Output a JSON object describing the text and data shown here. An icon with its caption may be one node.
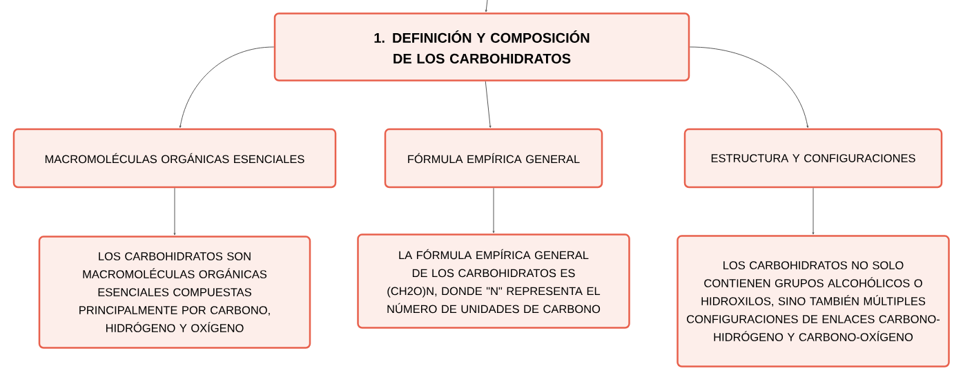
{
  "diagram": {
    "nodes": [
      {
        "text": [
          "1. DEFINICIÓN Y COMPOSICIÓN DE LOS CARBOHIDRATOS"
        ]
      },
      {
        "text": [
          "MACROMOLÉCULAS ORGÁNICAS ESENCIALES"
        ]
      },
      {
        "text": [
          "FÓRMULA EMPÍRICA GENERAL"
        ]
      },
      {
        "text": [
          "ESTRUCTURA Y CONFIGURACIONES"
        ]
      },
      {
        "text": [
          "LOS CARBOHIDRATOS SON MACROMOLÉCULAS ORGÁNICAS ESENCIALES COMPUESTAS PRINCIPALMENTE POR CARBONO, HIDRÓGENO Y OXÍGENO"
        ]
      },
      {
        "text": [
          "LA FÓRMULA EMPÍRICA GENERAL DE LOS CARBOHIDRATOS ES (CH2O)N, DONDE \"N\" REPRESENTA EL NÚMERO DE UNIDADES DE CARBONO"
        ]
      },
      {
        "text": [
          "LOS CARBOHIDRATOS NO SOLO CONTIENEN GRUPOS ALCOHÓLICOS O HIDROXILOS, SINO TAMBIÉN MÚLTIPLES CONFIGURACIONES DE ENLACES CARBONO-HIDRÓGENO Y CARBONO-OXÍGENO"
        ]
      }
    ],
    "edges": [
      {
        "from": null,
        "to": 0,
        "arrow": "to"
      },
      {
        "from": 0,
        "to": 1,
        "arrow": "to"
      },
      {
        "from": 0,
        "to": 2,
        "arrow": "to"
      },
      {
        "from": 0,
        "to": 3,
        "arrow": "to"
      },
      {
        "from": 1,
        "to": 4,
        "arrow": "to"
      },
      {
        "from": 2,
        "to": 5,
        "arrow": "to"
      },
      {
        "from": 3,
        "to": 6,
        "arrow": "to"
      }
    ]
  }
}
